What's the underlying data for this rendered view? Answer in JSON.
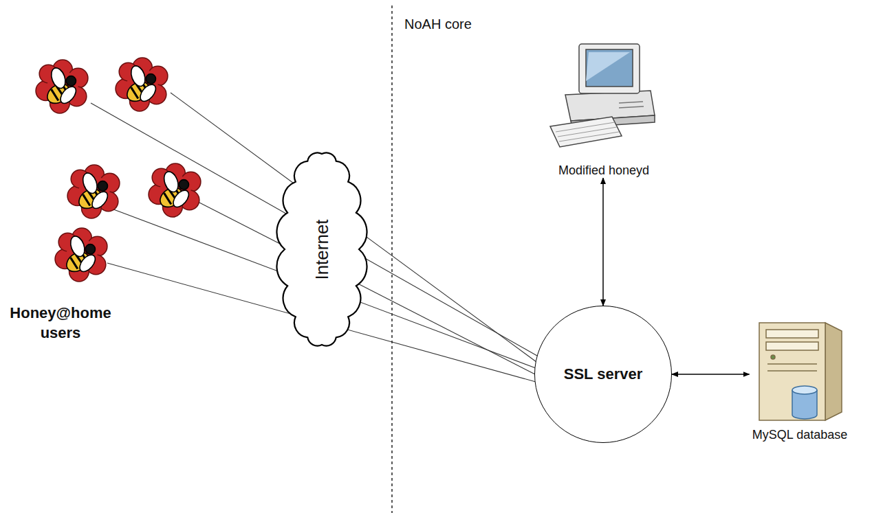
{
  "diagram": {
    "nodes": [
      {
        "text": [
          "Internet"
        ]
      },
      {
        "text": [
          "Modified honeyd"
        ]
      },
      {
        "text": [
          "SSL server"
        ]
      },
      {
        "text": [
          "MySQL database"
        ]
      }
    ],
    "edges": [
      {
        "from": 1,
        "to": 2,
        "arrow": "both"
      },
      {
        "from": 2,
        "to": 3,
        "arrow": "both"
      }
    ],
    "labels": [
      "NoAH core",
      "Honey@home users"
    ]
  }
}
